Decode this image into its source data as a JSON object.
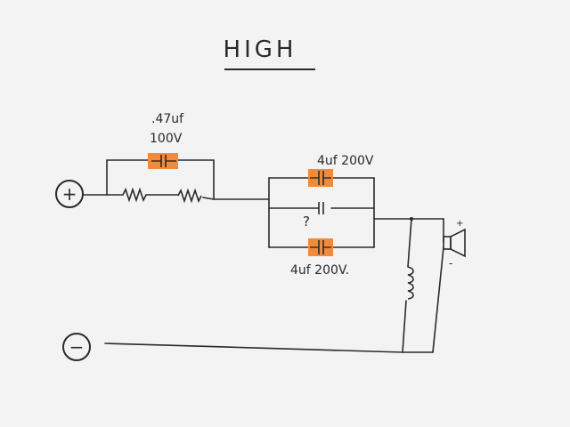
{
  "title": "HIGH",
  "terminals": {
    "positive": "+",
    "negative": "−"
  },
  "components": {
    "c1": {
      "value": ".47uf",
      "voltage": "100V"
    },
    "c2": {
      "label": "4uf 200V"
    },
    "c3": {
      "label": "?"
    },
    "c4": {
      "label": "4uf 200V."
    }
  },
  "speaker": {
    "plus": "+",
    "minus": "-"
  },
  "colors": {
    "wire": "#2a2a2a",
    "capacitor_tag": "#f08a3c",
    "paper": "#f2f2f2"
  }
}
